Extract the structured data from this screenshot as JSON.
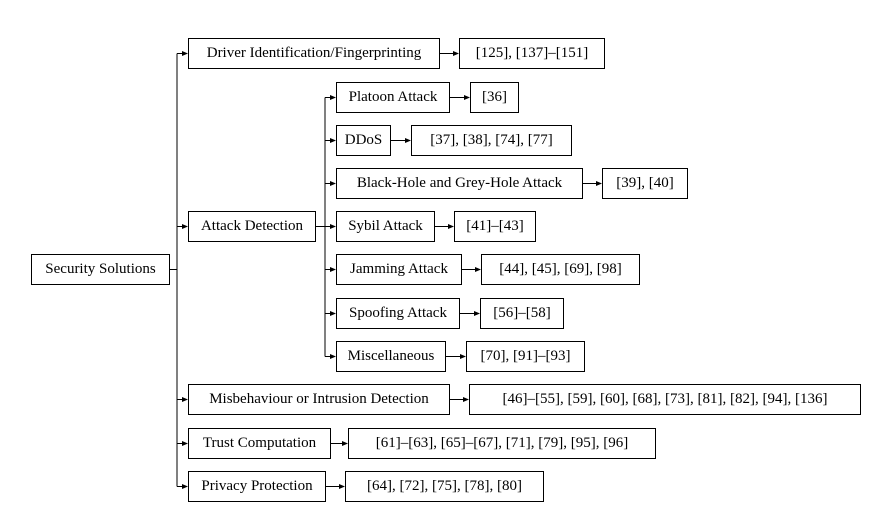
{
  "diagram": {
    "root": "Security Solutions",
    "categories": {
      "driver_id": "Driver Identification/Fingerprinting",
      "attack_detection": "Attack Detection",
      "misbehaviour": "Misbehaviour or Intrusion Detection",
      "trust": "Trust Computation",
      "privacy": "Privacy Protection"
    },
    "attacks": {
      "platoon": "Platoon Attack",
      "ddos": "DDoS",
      "blackhole": "Black-Hole and Grey-Hole Attack",
      "sybil": "Sybil Attack",
      "jamming": "Jamming Attack",
      "spoofing": "Spoofing Attack",
      "misc": "Miscellaneous"
    },
    "refs": {
      "driver_id": "[125], [137]–[151]",
      "platoon": "[36]",
      "ddos": "[37], [38], [74], [77]",
      "blackhole": "[39], [40]",
      "sybil": "[41]–[43]",
      "jamming": "[44], [45], [69], [98]",
      "spoofing": "[56]–[58]",
      "misc": "[70], [91]–[93]",
      "misbehaviour": "[46]–[55], [59], [60], [68], [73], [81], [82], [94], [136]",
      "trust": "[61]–[63], [65]–[67], [71], [79], [95], [96]",
      "privacy": "[64], [72], [75], [78], [80]"
    }
  }
}
